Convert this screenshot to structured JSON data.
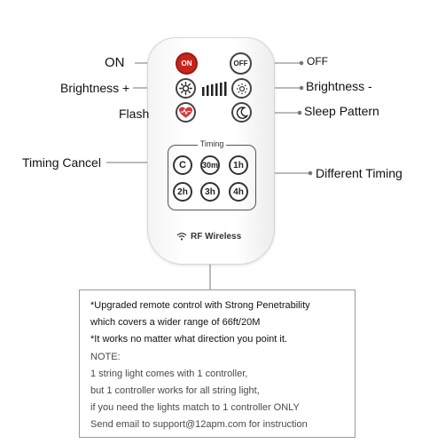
{
  "remote": {
    "on_button": "ON",
    "off_button": "OFF",
    "timing_title": "Timing",
    "timing_buttons": [
      "C",
      "30m",
      "1h",
      "2h",
      "3h",
      "4h"
    ],
    "rf_label": "RF Wireless",
    "icons": {
      "bright_up": "sun-icon",
      "bright_down": "dim-sun-icon",
      "flash": "heart-icon",
      "sleep": "moon-icon",
      "rf": "wifi-icon"
    },
    "colors": {
      "on": "#c8231d",
      "flash": "#d23a3a"
    }
  },
  "labels": {
    "on": "ON",
    "off": "OFF",
    "brightness_up": "Brightness +",
    "brightness_down": "Brightness -",
    "flash": "Flash",
    "sleep": "Sleep Pattern",
    "timing_cancel": "Timing Cancel",
    "different_timing": "Different Timing"
  },
  "info": {
    "line1": "*Upgraded remote control with Strong Penetrability",
    "line2": "which covers a wider range of 66ft/20M",
    "line3": "*It works no matter what direction you point it.",
    "line4": "NOTE:",
    "line5": "1 string light comes with 1 controller,",
    "line6": "but 1 controller works for all string light,",
    "line7": "if you need the lights match to 1 controller ONLY",
    "line8": "Send email to support@12apm.com for instruction"
  }
}
